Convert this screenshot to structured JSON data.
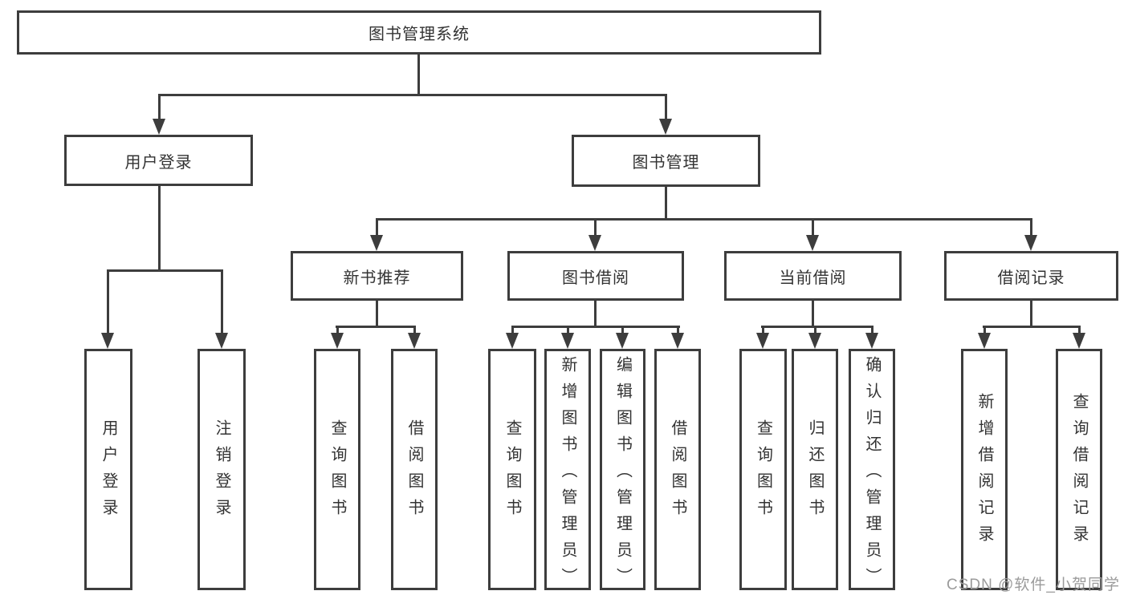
{
  "colors": {
    "line": "#3d3d3d",
    "box_border": "#3d3d3d",
    "box_fill": "#ffffff",
    "text": "#333333",
    "watermark": "#9b9b9b",
    "background": "#ffffff"
  },
  "watermark": {
    "text": "CSDN @软件_小贺同学"
  },
  "tree": {
    "root": {
      "label": "图书管理系统",
      "children": [
        {
          "label": "用户登录",
          "children": [
            {
              "label": "用户登录"
            },
            {
              "label": "注销登录"
            }
          ]
        },
        {
          "label": "图书管理",
          "children": [
            {
              "label": "新书推荐",
              "children": [
                {
                  "label": "查询图书"
                },
                {
                  "label": "借阅图书"
                }
              ]
            },
            {
              "label": "图书借阅",
              "children": [
                {
                  "label": "查询图书"
                },
                {
                  "label": "新增图书（管理员）"
                },
                {
                  "label": "编辑图书（管理员）"
                },
                {
                  "label": "借阅图书"
                }
              ]
            },
            {
              "label": "当前借阅",
              "children": [
                {
                  "label": "查询图书"
                },
                {
                  "label": "归还图书"
                },
                {
                  "label": "确认归还（管理员）"
                }
              ]
            },
            {
              "label": "借阅记录",
              "children": [
                {
                  "label": "新增借阅记录"
                },
                {
                  "label": "查询借阅记录"
                }
              ]
            }
          ]
        }
      ]
    }
  }
}
